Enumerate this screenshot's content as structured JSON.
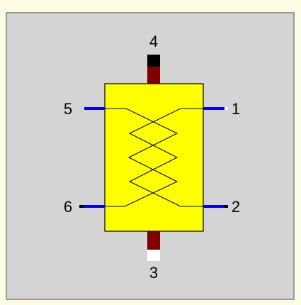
{
  "diagram": {
    "ports": [
      {
        "id": "port-1",
        "label": "1",
        "side": "right",
        "role": "tube-side inlet"
      },
      {
        "id": "port-2",
        "label": "2",
        "side": "right",
        "role": "tube-side outlet"
      },
      {
        "id": "port-3",
        "label": "3",
        "side": "bottom",
        "role": "shell-side outlet"
      },
      {
        "id": "port-4",
        "label": "4",
        "side": "top",
        "role": "shell-side inlet"
      },
      {
        "id": "port-5",
        "label": "5",
        "side": "left",
        "role": "tube-side inlet"
      },
      {
        "id": "port-6",
        "label": "6",
        "side": "left",
        "role": "tube-side outlet"
      }
    ],
    "colors": {
      "background": "#fdfde6",
      "canvas": "#d4d4d4",
      "canvas_border": "#808080",
      "body_fill": "#ffff00",
      "body_stroke": "#000000",
      "shell_nozzle": "#800000",
      "tube_nozzle": "#0000ff",
      "port_tip_dark": "#000000",
      "port_tip_light": "#ffffff"
    },
    "component": "heat-exchanger"
  }
}
